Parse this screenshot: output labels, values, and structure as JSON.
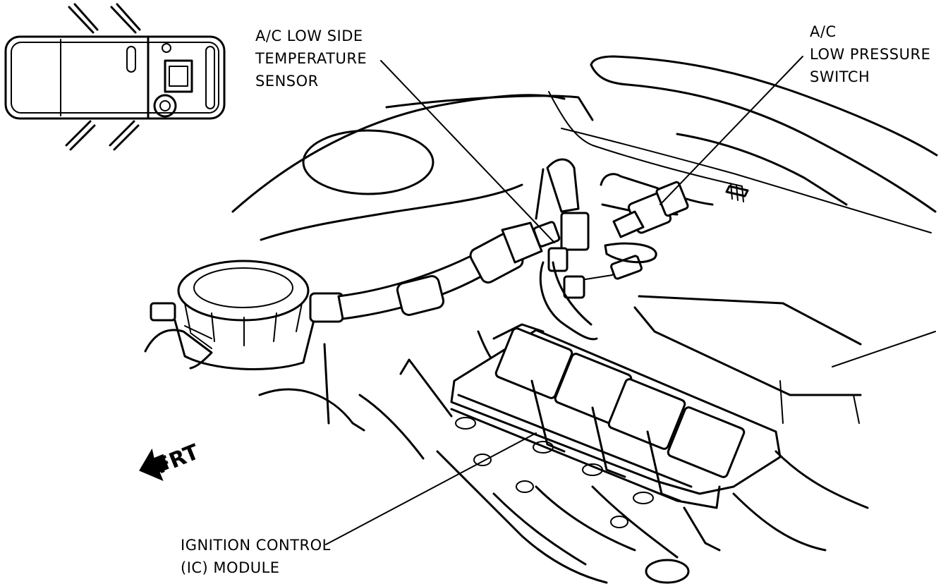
{
  "labels": {
    "temp_sensor": {
      "line1": "A/C LOW SIDE",
      "line2": "TEMPERATURE",
      "line3": "SENSOR"
    },
    "pressure_switch": {
      "line1": "A/C",
      "line2": "LOW PRESSURE",
      "line3": "SWITCH"
    },
    "ic_module": {
      "line1": "IGNITION CONTROL",
      "line2": "(IC) MODULE"
    },
    "direction": "FRT"
  }
}
